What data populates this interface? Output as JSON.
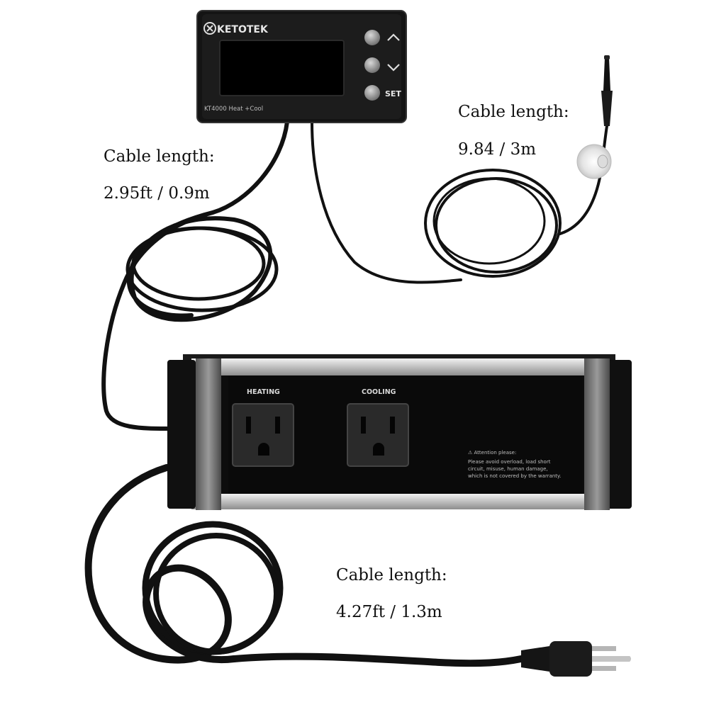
{
  "controller": {
    "brand": "KETOTEK",
    "model": "KT4000 Heat +Cool",
    "buttons": {
      "up_label": "^",
      "down_label": "v",
      "set_label": "SET"
    },
    "colors": {
      "body": "#141414",
      "display": "#000000",
      "button": "#9a9a9a"
    }
  },
  "outlet_box": {
    "outlets": [
      {
        "label": "HEATING"
      },
      {
        "label": "COOLING"
      }
    ],
    "warning": {
      "title": "⚠ Attention please:",
      "lines": [
        "Please avoid overload, load short",
        "circuit, misuse, human damage,",
        "which is not covered by the warranty."
      ]
    },
    "colors": {
      "body": "#0d0d0d",
      "rail": "#c9c9c9",
      "end_cap": "#6e6e6e"
    }
  },
  "captions": {
    "sensor": {
      "title": "Cable length:",
      "value": "9.84  / 3m"
    },
    "controller": {
      "title": "Cable length:",
      "value": "2.95ft / 0.9m"
    },
    "power": {
      "title": "Cable length:",
      "value": "4.27ft / 1.3m"
    }
  },
  "icons": [
    "ketotek-logo-icon",
    "warning-icon",
    "probe-icon",
    "suction-cup-icon",
    "plug-icon"
  ]
}
